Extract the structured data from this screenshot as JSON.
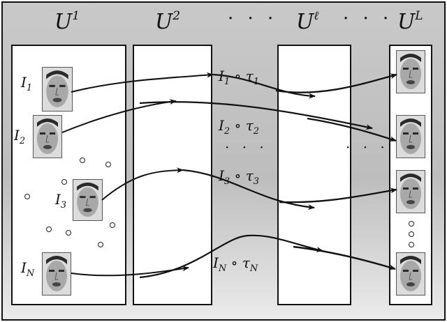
{
  "headers": {
    "u1": {
      "base": "U",
      "sup": "1"
    },
    "u2": {
      "base": "U",
      "sup": "2"
    },
    "dots_a": "· · ·",
    "ul": {
      "base": "U",
      "sup": "ℓ"
    },
    "dots_b": "· · ·",
    "uL": {
      "base": "U",
      "sup": "L"
    }
  },
  "input_labels": [
    {
      "base": "I",
      "sub": "1"
    },
    {
      "base": "I",
      "sub": "2"
    },
    {
      "base": "I",
      "sub": "3"
    },
    {
      "base": "I",
      "sub": "N"
    }
  ],
  "transform_labels": [
    {
      "img": "I",
      "img_sub": "1",
      "op": "∘",
      "tau": "τ",
      "tau_sub": "1"
    },
    {
      "img": "I",
      "img_sub": "2",
      "op": "∘",
      "tau": "τ",
      "tau_sub": "2"
    },
    {
      "img": "I",
      "img_sub": "3",
      "op": "∘",
      "tau": "τ",
      "tau_sub": "3"
    },
    {
      "img": "I",
      "img_sub": "N",
      "op": "∘",
      "tau": "τ",
      "tau_sub": "N"
    }
  ],
  "mid_dots": "· · ·",
  "right_dots": "· · ·",
  "colors": {
    "face_dark": "#2a2a2a",
    "face_skin": "#a8a8a8",
    "face_light": "#dcdcdc"
  }
}
